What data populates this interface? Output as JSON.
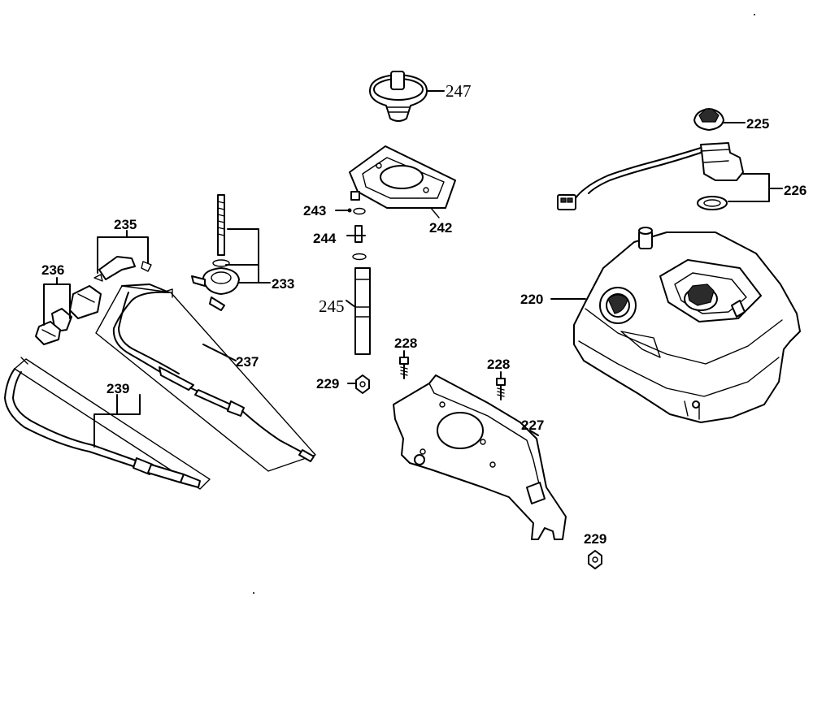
{
  "callouts": {
    "p220": "220",
    "p225": "225",
    "p226": "226",
    "p227": "227",
    "p228a": "228",
    "p228b": "228",
    "p229a": "229",
    "p229b": "229",
    "p233": "233",
    "p235": "235",
    "p236": "236",
    "p237": "237",
    "p239": "239",
    "p242": "242",
    "p243": "243",
    "p244": "244",
    "p245": "245",
    "p247": "247"
  },
  "colors": {
    "ink": "#000000",
    "paper": "#ffffff"
  }
}
